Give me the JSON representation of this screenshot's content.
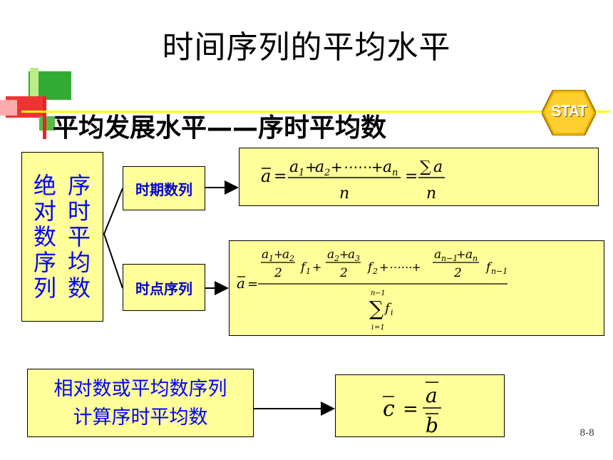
{
  "slide": {
    "title": "时间序列的平均水平",
    "subtitle": "平均发展水平——序时平均数",
    "badge": "STAT",
    "page_number": "8-8"
  },
  "left_box": {
    "col1": [
      "绝",
      "对",
      "数",
      "序",
      "列"
    ],
    "col2": [
      "序",
      "时",
      "平",
      "均",
      "数"
    ]
  },
  "labels": {
    "period": "时期数列",
    "point": "时点序列"
  },
  "bottom_box": {
    "line1": "相对数或平均数序列",
    "line2": "计算序时平均数"
  },
  "colors": {
    "box_fill": "#ffff99",
    "text_blue": "#0000ff",
    "label_blue": "#0000cc",
    "accent_red": "#e02020",
    "accent_yellow": "#ffff00",
    "badge_gold": "#f0b400"
  }
}
